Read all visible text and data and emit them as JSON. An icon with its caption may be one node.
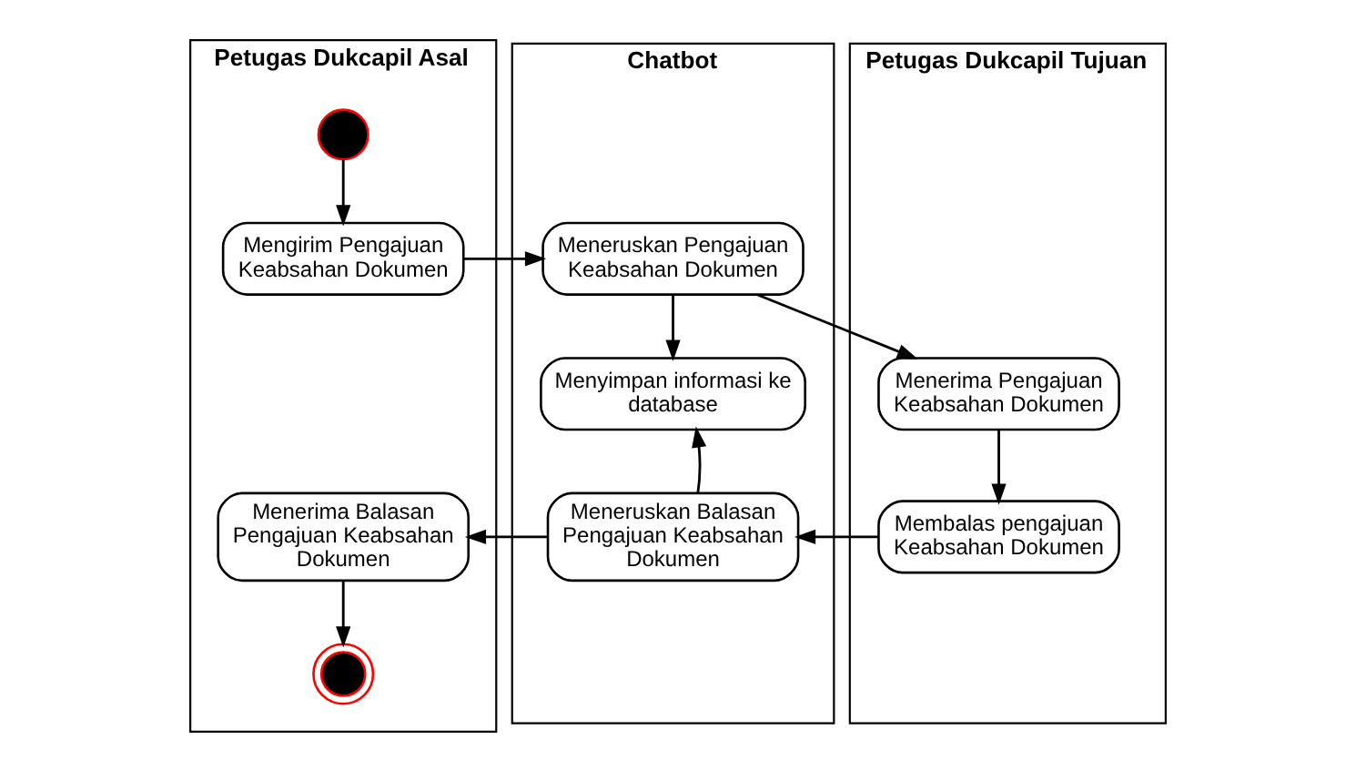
{
  "diagram": {
    "nodes": [
      {
        "text": [
          "Petugas Dukcapil Asal"
        ]
      },
      {
        "text": [
          "Chatbot"
        ]
      },
      {
        "text": [
          "Petugas Dukcapil Tujuan"
        ]
      },
      {
        "text": [],
        "shape": "circle",
        "in": 0
      },
      {
        "text": [
          "Mengirim Pengajuan Keabsahan Dokumen"
        ],
        "in": 0
      },
      {
        "text": [
          "Meneruskan Pengajuan Keabsahan Dokumen"
        ],
        "in": 1
      },
      {
        "text": [
          "Menerima Pengajuan Keabsahan Dokumen"
        ],
        "in": 2
      },
      {
        "text": [
          "Menyimpan informasi ke database"
        ],
        "in": 1
      },
      {
        "text": [
          "Menerima Balasan Pengajuan Keabsahan Dokumen"
        ],
        "in": 0
      },
      {
        "text": [
          "Meneruskan Balasan Pengajuan Keabsahan Dokumen"
        ],
        "in": 1
      },
      {
        "text": [
          "Membalas pengajuan Keabsahan Dokumen"
        ],
        "in": 2
      },
      {
        "text": [],
        "shape": "circle",
        "in": 0
      }
    ],
    "edges": [
      {
        "from": 3,
        "to": 4,
        "arrow": "to"
      },
      {
        "from": 4,
        "to": 5,
        "arrow": "to"
      },
      {
        "from": 5,
        "to": 6,
        "arrow": "to"
      },
      {
        "from": 5,
        "to": 7,
        "arrow": "to"
      },
      {
        "from": 6,
        "to": 10,
        "arrow": "to"
      },
      {
        "from": 10,
        "to": 9,
        "arrow": "to"
      },
      {
        "from": 9,
        "to": 7,
        "arrow": "to"
      },
      {
        "from": 9,
        "to": 8,
        "arrow": "to"
      },
      {
        "from": 8,
        "to": 11,
        "arrow": "to"
      }
    ]
  }
}
